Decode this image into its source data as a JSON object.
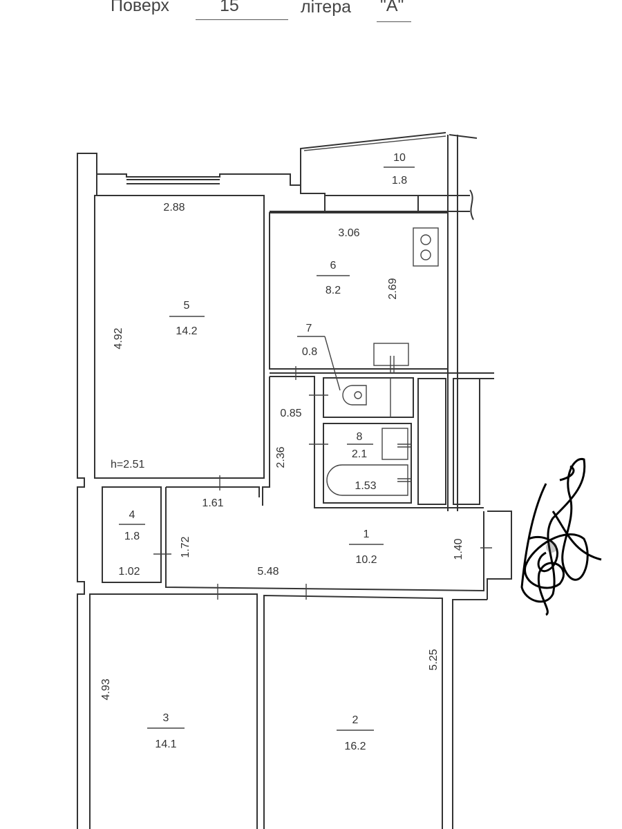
{
  "header": {
    "floor_label": "Поверх",
    "floor_value": "15",
    "letter_label": "літера",
    "letter_value": "\"A\""
  },
  "rooms": [
    {
      "number": "1",
      "area": "10.2"
    },
    {
      "number": "2",
      "area": "16.2"
    },
    {
      "number": "3",
      "area": "14.1"
    },
    {
      "number": "4",
      "area": "1.8"
    },
    {
      "number": "5",
      "area": "14.2"
    },
    {
      "number": "6",
      "area": "8.2"
    },
    {
      "number": "7",
      "area": "0.8"
    },
    {
      "number": "8",
      "area": "2.1"
    },
    {
      "number": "10",
      "area": "1.8"
    }
  ],
  "dimensions": {
    "room5_width": "2.88",
    "room5_length": "4.92",
    "ceiling_height": "h=2.51",
    "room6_width": "3.06",
    "room6_length": "2.69",
    "closet_width": "0.85",
    "closet_length": "2.36",
    "bath_length": "1.53",
    "door_width": "1.61",
    "corridor_width": "1.72",
    "corridor_length": "5.48",
    "entry_width": "1.40",
    "room4_width": "1.02",
    "room3_length": "4.93",
    "room2_length": "5.25"
  }
}
